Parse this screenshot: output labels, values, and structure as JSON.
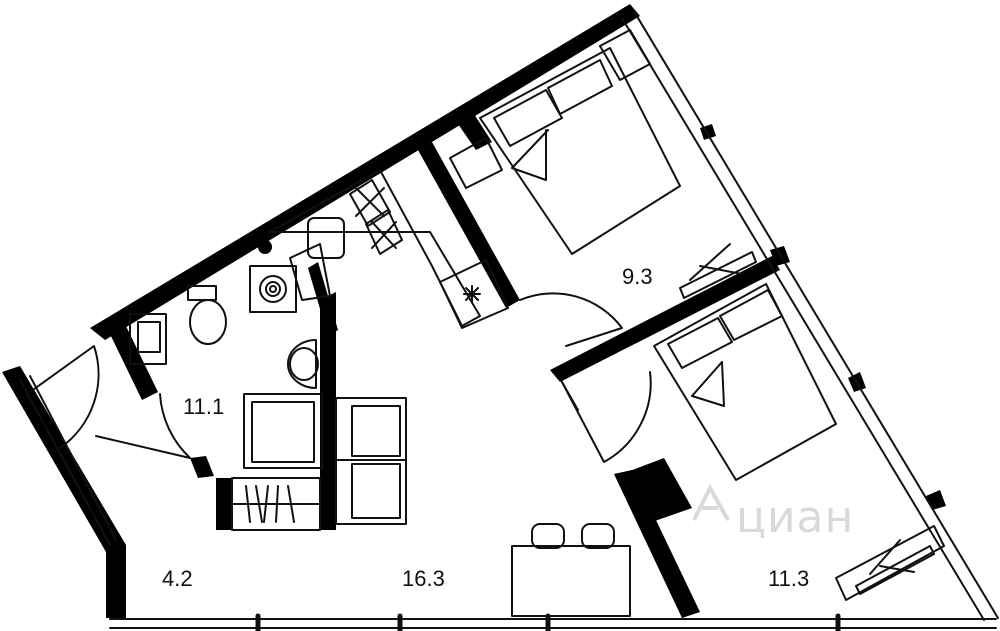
{
  "rooms": [
    {
      "id": "bedroom-1",
      "area": "9.3"
    },
    {
      "id": "bathroom",
      "area": "11.1"
    },
    {
      "id": "hall",
      "area": "4.2"
    },
    {
      "id": "living",
      "area": "16.3"
    },
    {
      "id": "bedroom-2",
      "area": "11.3"
    }
  ],
  "watermark": {
    "text": "циан",
    "icon": "cian-logo-icon"
  },
  "colors": {
    "wall": "#000000",
    "line": "#111111",
    "background": "#ffffff",
    "watermark": "#d9d9d9"
  }
}
